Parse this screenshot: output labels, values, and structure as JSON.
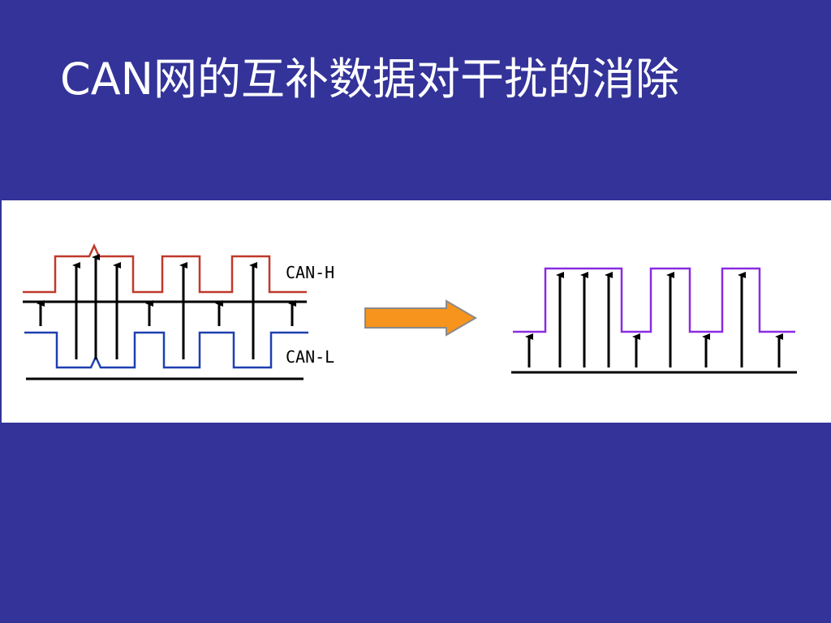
{
  "slide": {
    "title": "CAN网的互补数据对干扰的消除"
  },
  "diagram": {
    "labels": {
      "can_h": "CAN-H",
      "can_l": "CAN-L"
    },
    "colors": {
      "background": "#333399",
      "panel": "#ffffff",
      "can_h_line": "#c0392b",
      "can_l_line": "#1f3fb0",
      "result_line": "#8a2be2",
      "arrow_fill": "#f7941d",
      "arrow_stroke": "#8a8a8a",
      "ink": "#000000"
    }
  }
}
